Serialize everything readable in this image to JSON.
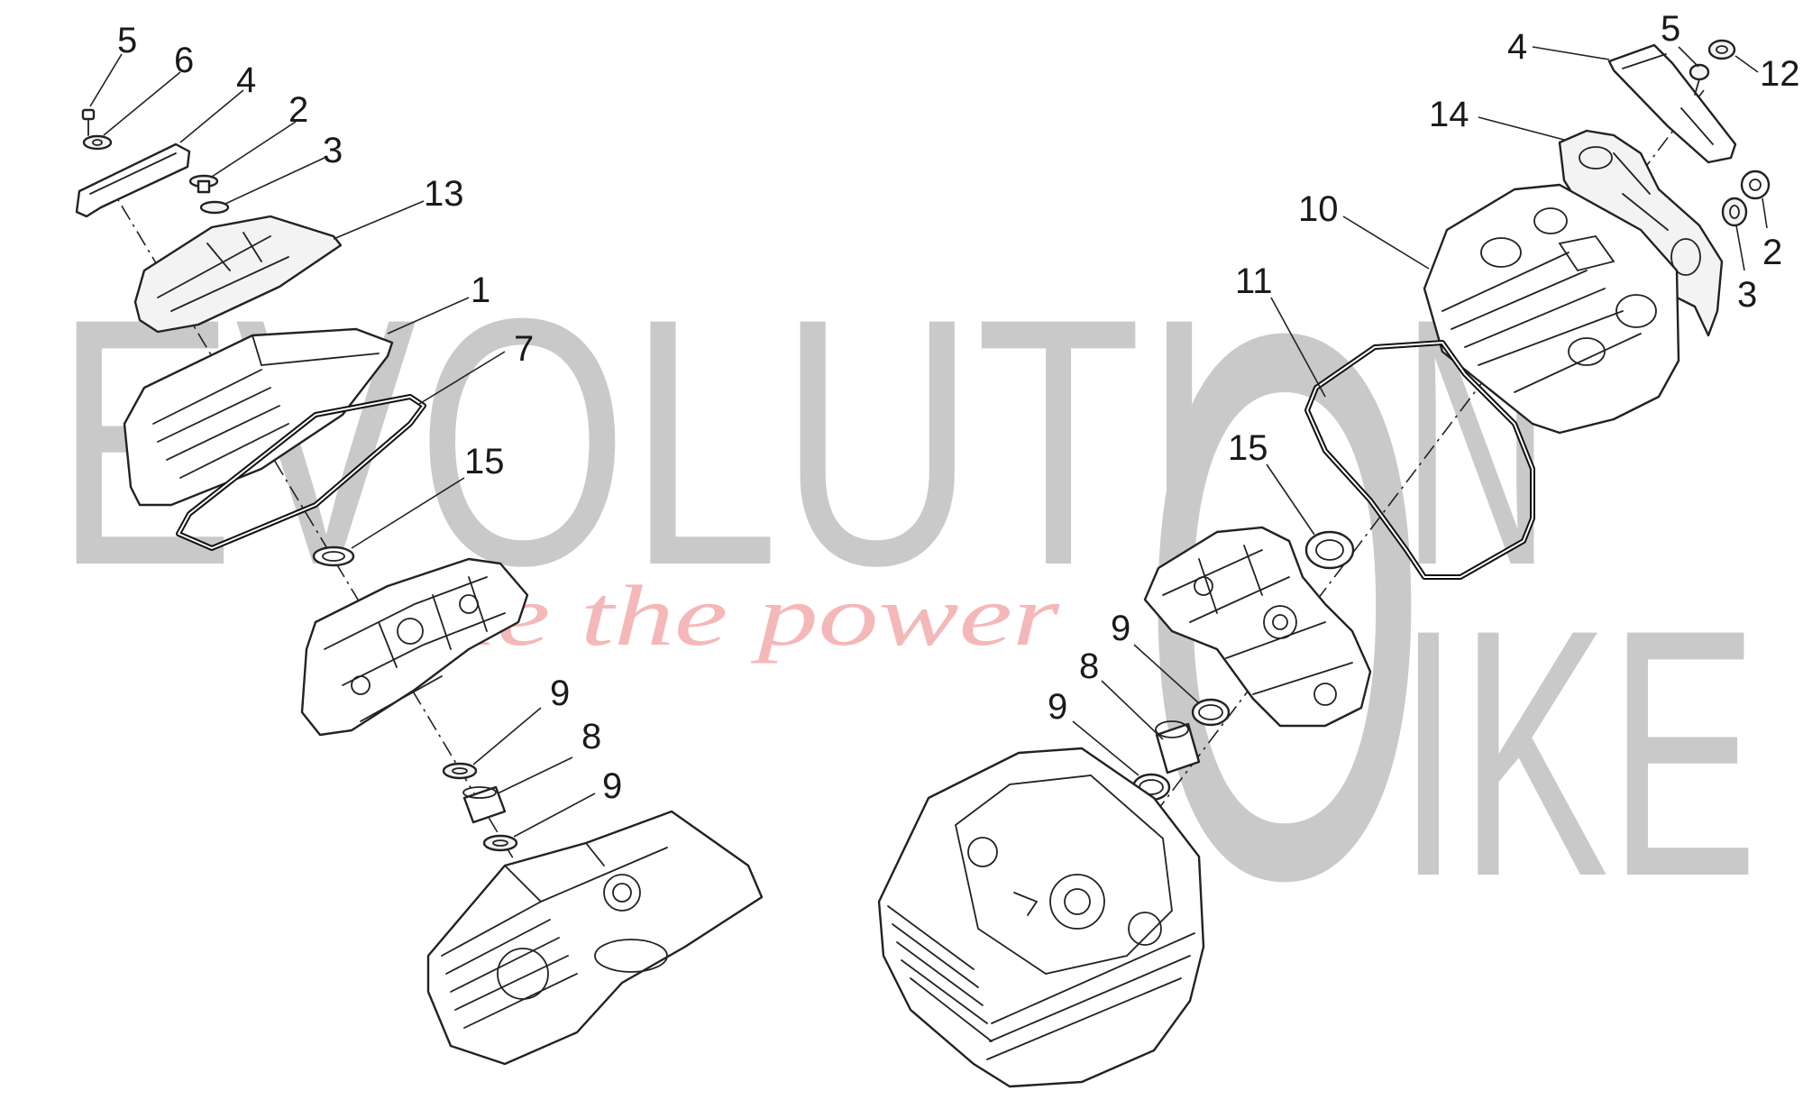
{
  "watermark": {
    "word_top": "EVOLUTI",
    "letter_o": "O",
    "letter_n": "N",
    "word_bottom": "IKE",
    "slogan": "ride the power"
  },
  "callouts": {
    "left": [
      "5",
      "6",
      "4",
      "2",
      "3",
      "13",
      "1",
      "7",
      "15",
      "9",
      "8",
      "9"
    ],
    "right": [
      "4",
      "5",
      "12",
      "14",
      "10",
      "2",
      "3",
      "11",
      "15",
      "9",
      "8",
      "9"
    ]
  },
  "colors": {
    "watermark_gray": "#c9c9c9",
    "slogan_pink": "#f4b8b8",
    "line": "#222222",
    "background": "#ffffff"
  }
}
